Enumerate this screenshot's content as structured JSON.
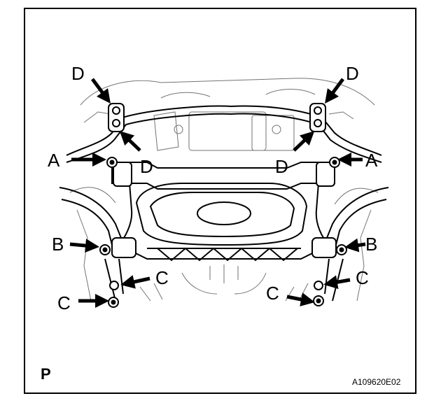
{
  "figure": {
    "page_marker": "P",
    "figure_id": "A109620E02"
  },
  "callouts": {
    "d_top_left": "D",
    "d_top_right": "D",
    "d_mid_left": "D",
    "d_mid_right": "D",
    "a_left": "A",
    "a_right": "A",
    "b_left": "B",
    "b_right": "B",
    "c_left_upper": "C",
    "c_left_lower": "C",
    "c_right_upper": "C",
    "c_right_lower": "C"
  }
}
